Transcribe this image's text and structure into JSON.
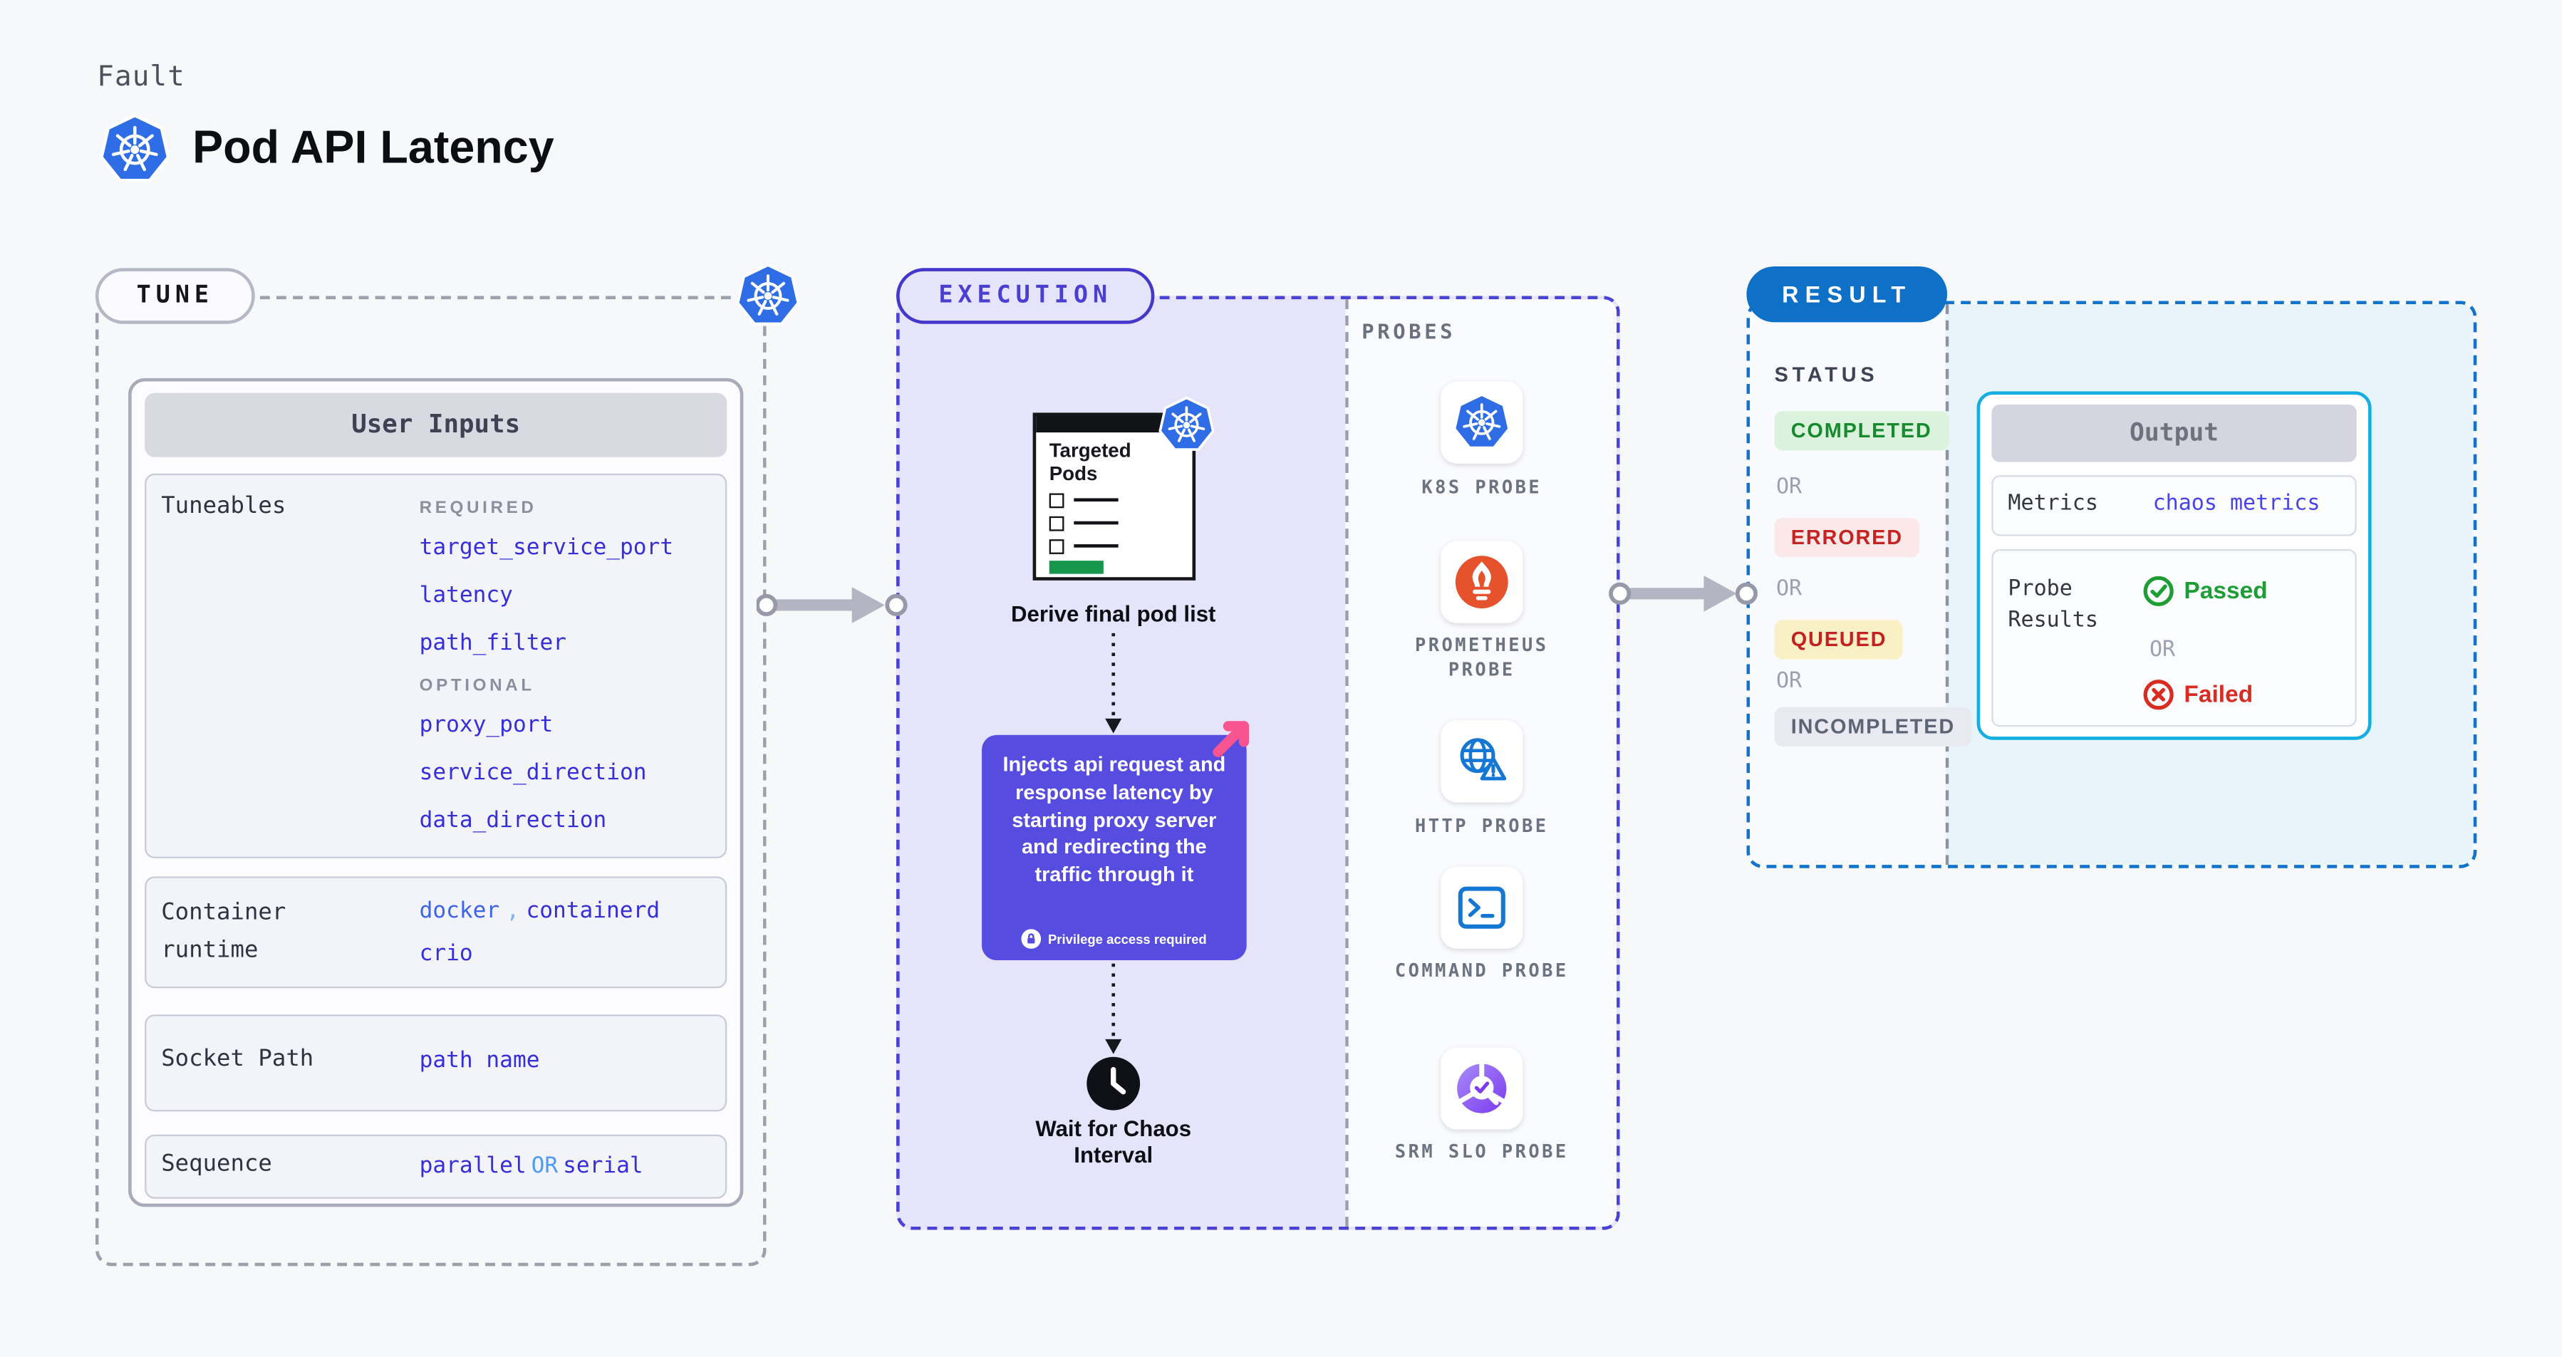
{
  "page": {
    "kicker": "Fault",
    "title": "Pod API Latency"
  },
  "tune": {
    "label": "TUNE",
    "user_inputs_title": "User Inputs",
    "tuneables_label": "Tuneables",
    "required_label": "REQUIRED",
    "optional_label": "OPTIONAL",
    "required": [
      "target_service_port",
      "latency",
      "path_filter"
    ],
    "optional": [
      "proxy_port",
      "service_direction",
      "data_direction"
    ],
    "container_runtime_label": "Container runtime",
    "runtime_value_1": "docker",
    "runtime_separator": ",",
    "runtime_value_2": "containerd",
    "runtime_value_3": "crio",
    "socket_path_label": "Socket Path",
    "socket_path_value": "path name",
    "sequence_label": "Sequence",
    "sequence_value_1": "parallel",
    "sequence_or": "OR",
    "sequence_value_2": "serial"
  },
  "execution": {
    "label": "EXECUTION",
    "targeted_pods_title": "Targeted Pods",
    "derive_label": "Derive final pod list",
    "inject_description": "Injects api request and response latency by starting proxy server and redirecting the traffic through it",
    "privilege_note": "Privilege access required",
    "wait_label": "Wait for Chaos Interval"
  },
  "probes": {
    "label": "PROBES",
    "items": [
      {
        "label": "K8S PROBE",
        "icon": "kubernetes-icon"
      },
      {
        "label": "PROMETHEUS PROBE",
        "icon": "prometheus-icon"
      },
      {
        "label": "HTTP PROBE",
        "icon": "globe-alert-icon"
      },
      {
        "label": "COMMAND PROBE",
        "icon": "terminal-icon"
      },
      {
        "label": "SRM SLO PROBE",
        "icon": "slo-gauge-icon"
      }
    ]
  },
  "result": {
    "label": "RESULT",
    "status_label": "STATUS",
    "or_label": "OR",
    "statuses": [
      {
        "label": "COMPLETED",
        "text_color": "#168A2E",
        "bg_color": "#DBF3DC"
      },
      {
        "label": "ERRORED",
        "text_color": "#C62323",
        "bg_color": "#FBE9E9"
      },
      {
        "label": "QUEUED",
        "text_color": "#C32020",
        "bg_color": "#FAF0C6"
      },
      {
        "label": "INCOMPLETED",
        "text_color": "#5D6474",
        "bg_color": "#E9EAF1"
      }
    ],
    "output": {
      "title": "Output",
      "metrics_label": "Metrics",
      "metrics_value": "chaos metrics",
      "probe_results_label": "Probe Results",
      "passed_label": "Passed",
      "or_label": "OR",
      "failed_label": "Failed"
    }
  },
  "colors": {
    "accent_indigo": "#4338CA",
    "value_indigo": "#362ED8",
    "value_light_blue": "#4E9BF5",
    "result_blue": "#0E71C7",
    "output_border_cyan": "#14AEE0",
    "passed_green": "#1D9E34",
    "failed_red": "#D92B20",
    "kubernetes_blue": "#2E6DE5",
    "prometheus_orange": "#E6522C",
    "inject_purple": "#574CE0",
    "pink_accent": "#F8548F",
    "targeted_pods_green": "#15984B"
  }
}
